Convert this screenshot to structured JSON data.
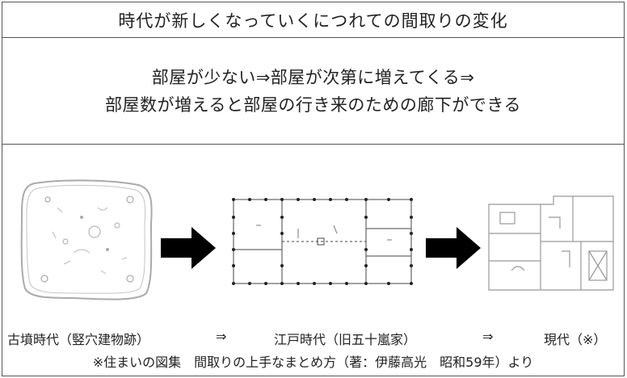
{
  "title": "時代が新しくなっていくにつれての間取りの変化",
  "description": {
    "line1": "部屋が少ない⇒部屋が次第に増えてくる⇒",
    "line2": "部屋数が増えると部屋の行き来のための廊下ができる"
  },
  "captions": {
    "kofun": "古墳時代（竪穴建物跡）",
    "arrow1": "⇒",
    "edo": "江戸時代（旧五十嵐家）",
    "arrow2": "⇒",
    "modern": "現代（※）"
  },
  "source_note": "※住まいの図集　間取りの上手なまとめ方（著：伊藤高光　昭和59年）より"
}
